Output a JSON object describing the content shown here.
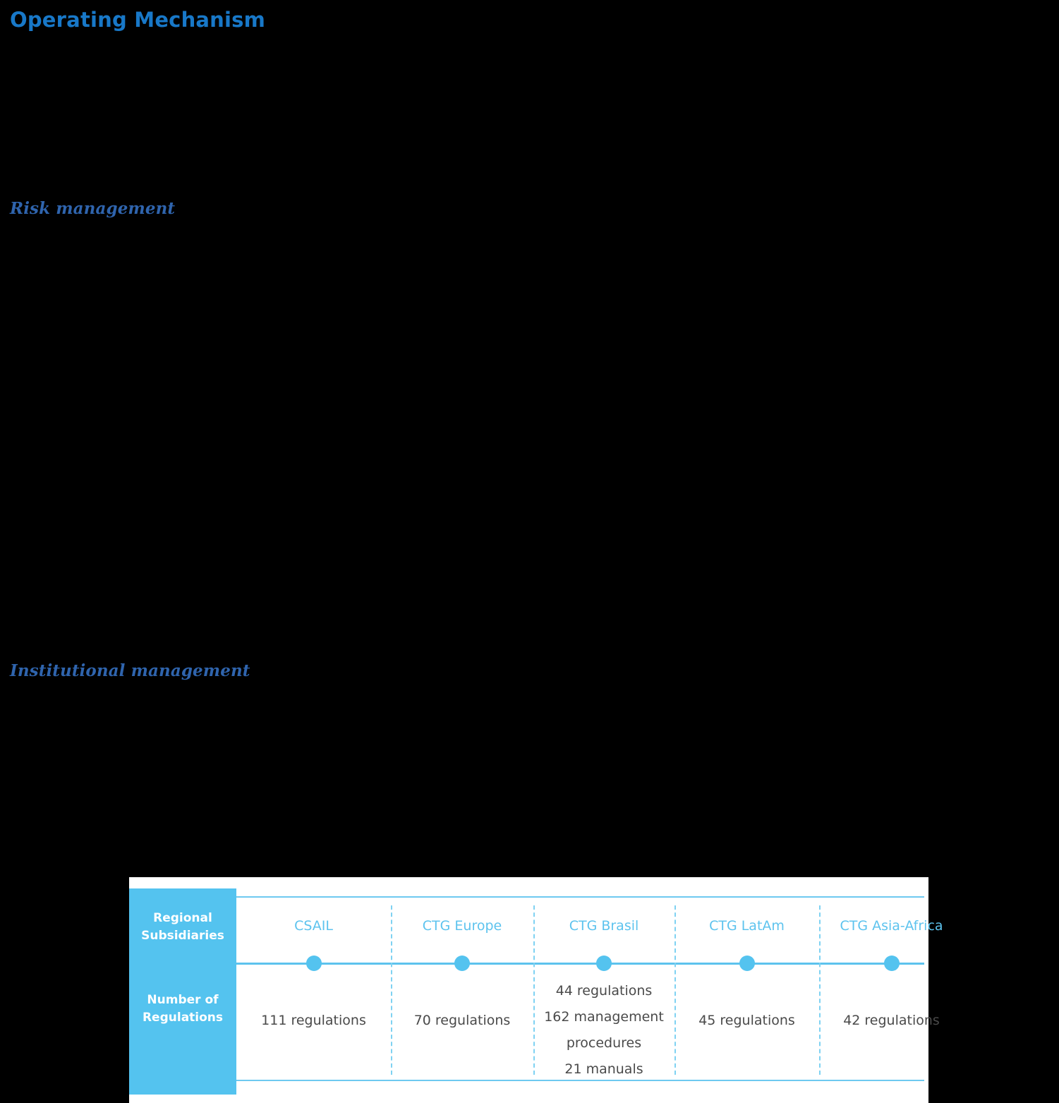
{
  "page": {
    "title": "Operating Mechanism",
    "background_color": "#000000",
    "title_color": "#1878c8"
  },
  "sections": [
    {
      "id": "risk",
      "heading": "Risk management",
      "color": "#2f64ad"
    },
    {
      "id": "institutional",
      "heading": "Institutional management",
      "color": "#2f64ad"
    }
  ],
  "table": {
    "accent_color": "#54c3ef",
    "header_text_color": "#5dc3ee",
    "body_text_color": "#4a4a4a",
    "row_labels": [
      "Regional\nSubsidiaries",
      "Number of\nRegulations"
    ],
    "row_label_1_line1": "Regional",
    "row_label_1_line2": "Subsidiaries",
    "row_label_2_line1": "Number of",
    "row_label_2_line2": "Regulations",
    "columns": [
      {
        "name": "CSAIL",
        "value_lines": [
          "111 regulations"
        ]
      },
      {
        "name": "CTG Europe",
        "value_lines": [
          "70 regulations"
        ]
      },
      {
        "name": "CTG Brasil",
        "value_lines": [
          "44 regulations",
          "162 management",
          "procedures",
          "21 manuals"
        ]
      },
      {
        "name": "CTG LatAm",
        "value_lines": [
          "45 regulations"
        ]
      },
      {
        "name": "CTG Asia-Africa",
        "value_lines": [
          "42 regulations"
        ]
      }
    ]
  },
  "chart_data": {
    "type": "table",
    "title": "Regional Subsidiaries – Number of Regulations",
    "categories": [
      "CSAIL",
      "CTG Europe",
      "CTG Brasil",
      "CTG LatAm",
      "CTG Asia-Africa"
    ],
    "series": [
      {
        "name": "regulations",
        "values": [
          111,
          70,
          44,
          45,
          42
        ]
      },
      {
        "name": "management procedures",
        "values": [
          null,
          null,
          162,
          null,
          null
        ]
      },
      {
        "name": "manuals",
        "values": [
          null,
          null,
          21,
          null,
          null
        ]
      }
    ],
    "xlabel": "Regional Subsidiaries",
    "ylabel": "Number of Regulations",
    "legend": false,
    "grid": false
  }
}
